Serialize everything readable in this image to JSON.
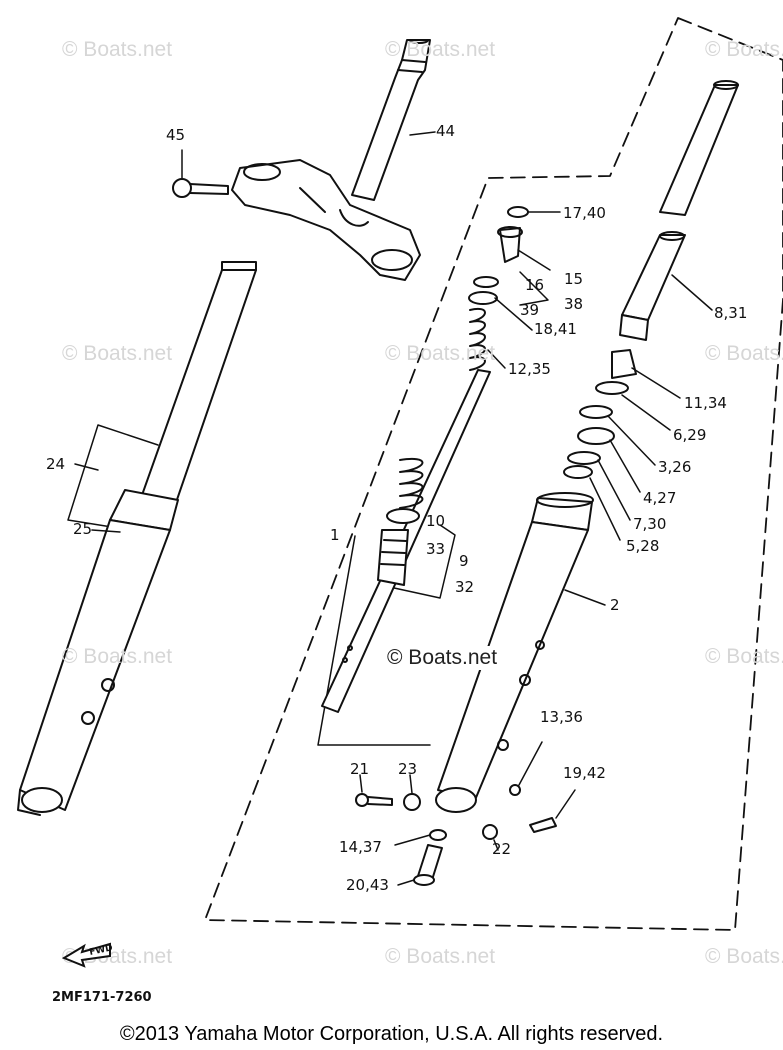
{
  "watermark": "© Boats.net",
  "center_watermark": "© Boats.net",
  "labels": {
    "p45": "45",
    "p44": "44",
    "p17_40": "17,40",
    "p15": "15",
    "p38": "38",
    "p16": "16",
    "p39": "39",
    "p18_41": "18,41",
    "p8_31": "8,31",
    "p12_35": "12,35",
    "p11_34": "11,34",
    "p6_29": "6,29",
    "p3_26": "3,26",
    "p4_27": "4,27",
    "p7_30": "7,30",
    "p5_28": "5,28",
    "p24": "24",
    "p25": "25",
    "p1": "1",
    "p10": "10",
    "p33": "33",
    "p9": "9",
    "p32": "32",
    "p2": "2",
    "p13_36": "13,36",
    "p21": "21",
    "p23": "23",
    "p19_42": "19,42",
    "p14_37": "14,37",
    "p22": "22",
    "p20_43": "20,43"
  },
  "find_badge": "FWD",
  "part_code": "2MF171-7260",
  "copyright": "©2013 Yamaha Motor Corporation, U.S.A. All rights reserved."
}
